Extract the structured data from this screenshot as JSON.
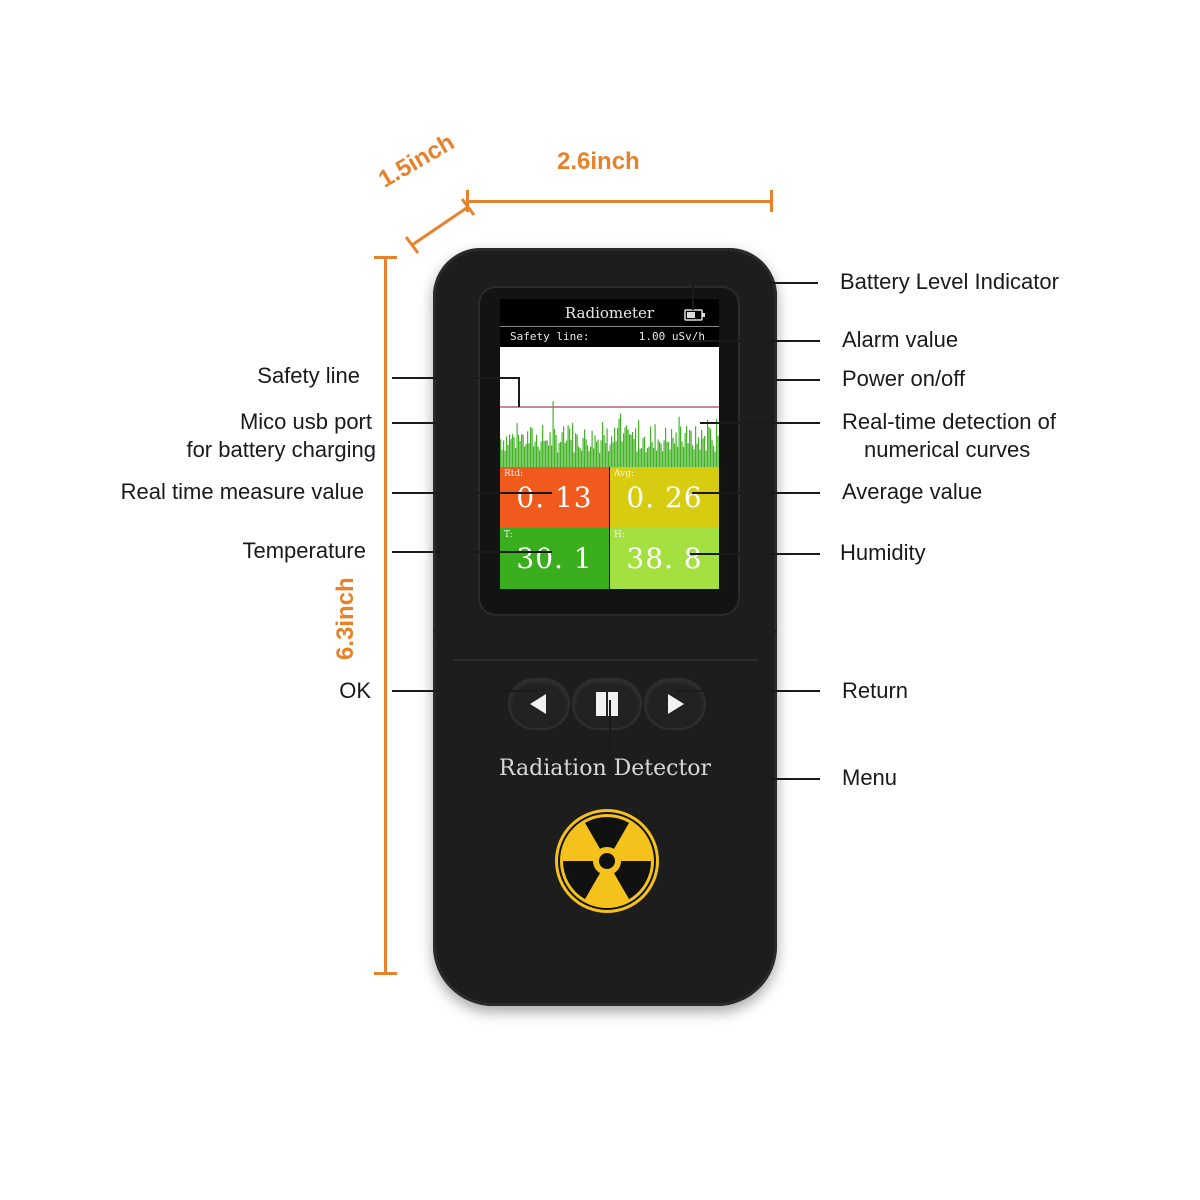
{
  "dimensions": {
    "depth": "1.5inch",
    "width": "2.6inch",
    "height": "6.3inch"
  },
  "screen": {
    "title": "Radiometer",
    "safety_line_label": "Safety  line:",
    "alarm_value": "1.00  uSv/h",
    "tiles": [
      {
        "label": "Rtd:",
        "value": "0. 13",
        "color": "#f05a1c"
      },
      {
        "label": "Avg:",
        "value": "0. 26",
        "color": "#d8cc10"
      },
      {
        "label": "T:",
        "value": "30. 1",
        "color": "#3aae1c"
      },
      {
        "label": "H:",
        "value": "38. 8",
        "color": "#a4e040"
      }
    ],
    "graph_color": "#44b328",
    "safety_line_color": "#b06080"
  },
  "device": {
    "brand": "Radiation Detector",
    "symbol": "radiation-symbol-icon",
    "symbol_color": "#f4c21a"
  },
  "callouts_left": {
    "safety_line": "Safety line",
    "usb_port_1": "Mico usb port",
    "usb_port_2": "for battery charging",
    "realtime_value": "Real time measure value",
    "temperature": "Temperature",
    "ok": "OK"
  },
  "callouts_right": {
    "battery": "Battery Level Indicator",
    "alarm": "Alarm value",
    "power": "Power on/off",
    "curves_1": "Real-time detection of",
    "curves_2": "numerical curves",
    "average": "Average value",
    "humidity": "Humidity",
    "return": "Return",
    "menu": "Menu"
  },
  "accent_color": "#e8822a"
}
